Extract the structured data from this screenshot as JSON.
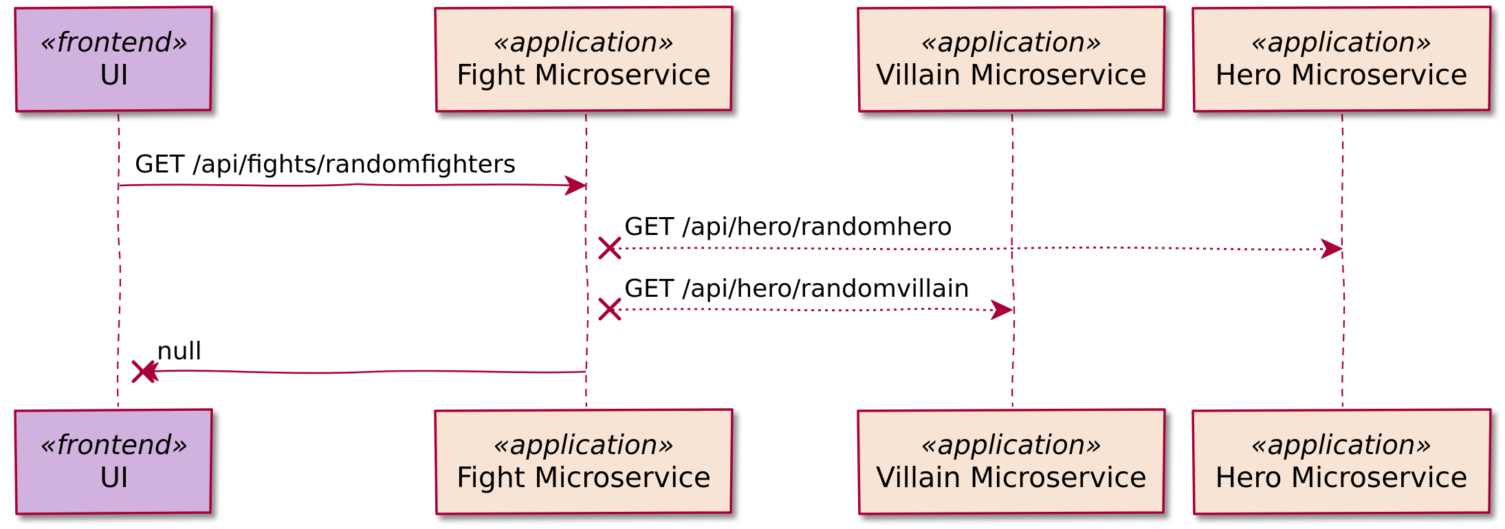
{
  "diagram": {
    "participants": [
      {
        "id": "ui",
        "stereotype": "«frontend»",
        "name": "UI",
        "fill": "#D1B1DD"
      },
      {
        "id": "fight",
        "stereotype": "«application»",
        "name": "Fight Microservice",
        "fill": "#F8E4D4"
      },
      {
        "id": "villain",
        "stereotype": "«application»",
        "name": "Villain Microservice",
        "fill": "#F8E4D4"
      },
      {
        "id": "hero",
        "stereotype": "«application»",
        "name": "Hero Microservice",
        "fill": "#F8E4D4"
      }
    ],
    "messages": [
      {
        "from": "ui",
        "to": "fight",
        "label": "GET /api/fights/randomfighters",
        "style": "solid",
        "lost_at_source": false
      },
      {
        "from": "fight",
        "to": "hero",
        "label": "GET /api/hero/randomhero",
        "style": "dotted",
        "lost_at_source": true
      },
      {
        "from": "fight",
        "to": "villain",
        "label": "GET /api/hero/randomvillain",
        "style": "dotted",
        "lost_at_source": true
      },
      {
        "from": "fight",
        "to": "ui",
        "label": "null",
        "style": "solid",
        "lost_at_target": true
      }
    ],
    "colors": {
      "border": "#A80036",
      "frontend_fill": "#D1B1DD",
      "application_fill": "#F8E4D4"
    }
  }
}
